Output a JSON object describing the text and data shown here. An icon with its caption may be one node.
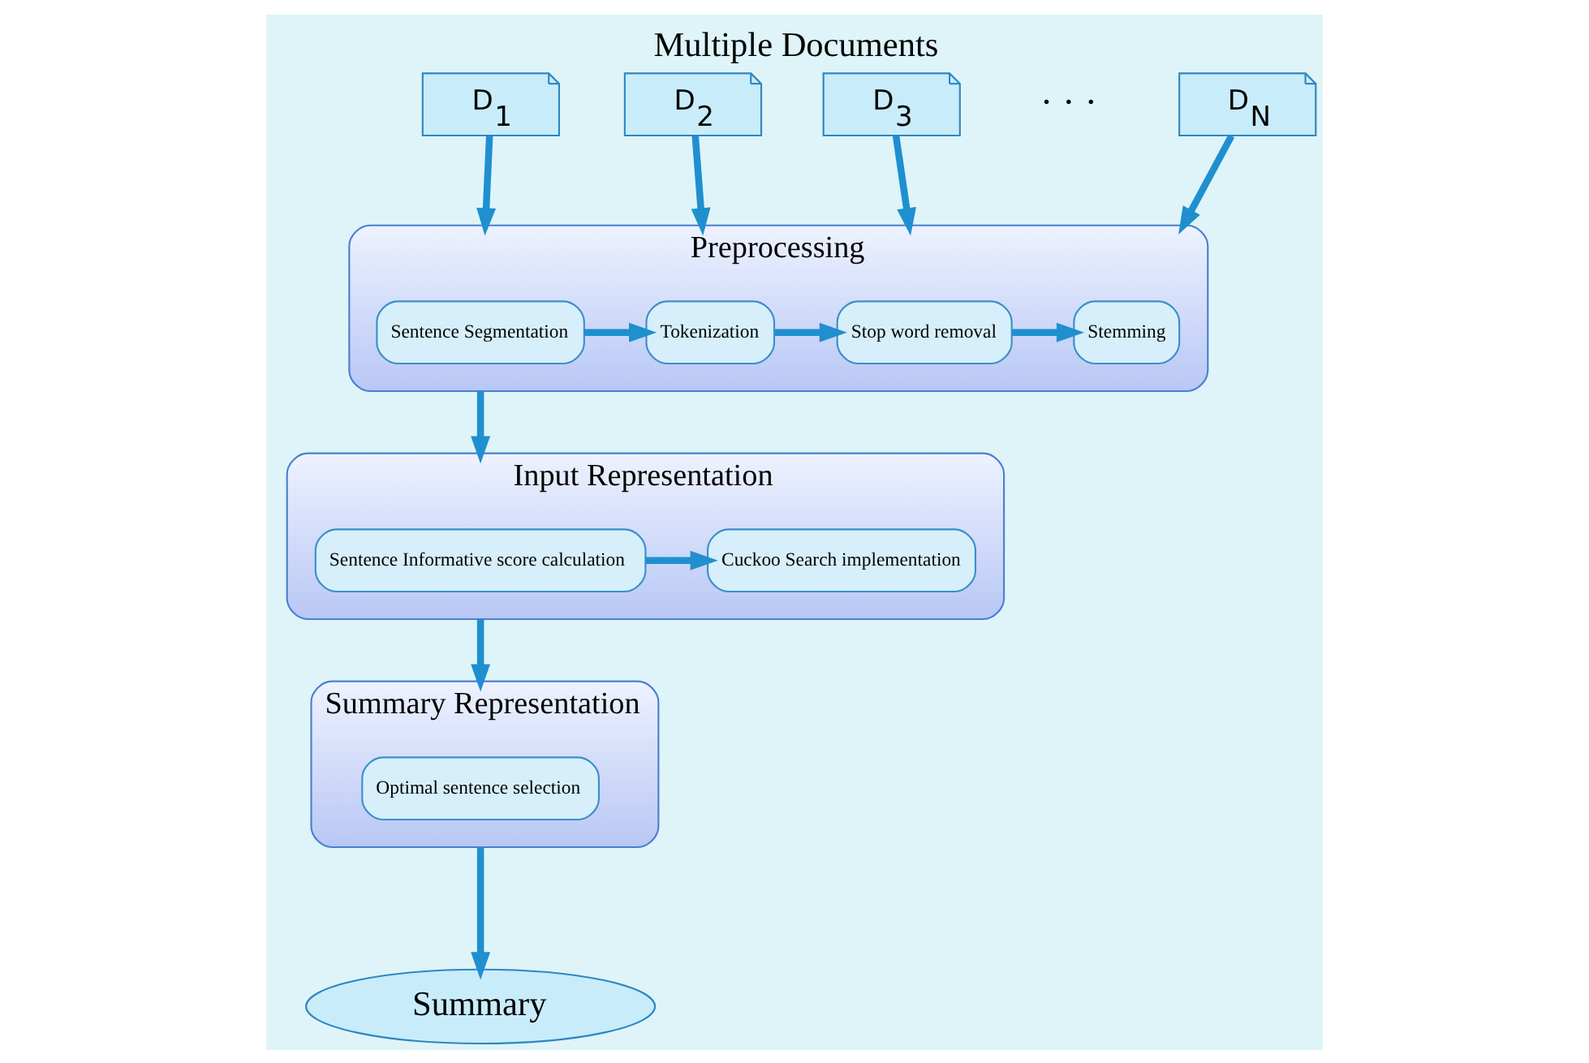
{
  "diagram": {
    "title": "Multiple Documents",
    "nodes": [
      {
        "text": [
          "D$_{1}$"
        ]
      },
      {
        "text": [
          "D$_{2}$"
        ]
      },
      {
        "text": [
          "D$_{3}$"
        ]
      },
      {
        "text": [
          "D$_{N}$"
        ]
      },
      {
        "text": [
          "Preprocessing"
        ]
      },
      {
        "text": [
          "Sentence Segmentation"
        ],
        "in": 4
      },
      {
        "text": [
          "Tokenization"
        ],
        "in": 4
      },
      {
        "text": [
          "Stop word removal"
        ],
        "in": 4
      },
      {
        "text": [
          "Stemming"
        ],
        "in": 4
      },
      {
        "text": [
          "Input Representation"
        ]
      },
      {
        "text": [
          "Sentence Informative score calculation"
        ],
        "in": 9
      },
      {
        "text": [
          "Cuckoo Search implementation"
        ],
        "in": 9
      },
      {
        "text": [
          "Summary Representation"
        ]
      },
      {
        "text": [
          "Optimal sentence selection"
        ],
        "in": 12
      },
      {
        "text": [
          "Summary"
        ]
      }
    ],
    "edges": [
      {
        "from": 0,
        "to": 4,
        "arrow": "to"
      },
      {
        "from": 1,
        "to": 4,
        "arrow": "to"
      },
      {
        "from": 2,
        "to": 4,
        "arrow": "to"
      },
      {
        "from": 3,
        "to": 4,
        "arrow": "to"
      },
      {
        "from": 5,
        "to": 6,
        "arrow": "to"
      },
      {
        "from": 6,
        "to": 7,
        "arrow": "to"
      },
      {
        "from": 7,
        "to": 8,
        "arrow": "to"
      },
      {
        "from": 4,
        "to": 9,
        "arrow": "to"
      },
      {
        "from": 10,
        "to": 11,
        "arrow": "to"
      },
      {
        "from": 9,
        "to": 12,
        "arrow": "to"
      },
      {
        "from": 12,
        "to": 14,
        "arrow": "to"
      }
    ],
    "labels": [
      "· · ·"
    ]
  }
}
